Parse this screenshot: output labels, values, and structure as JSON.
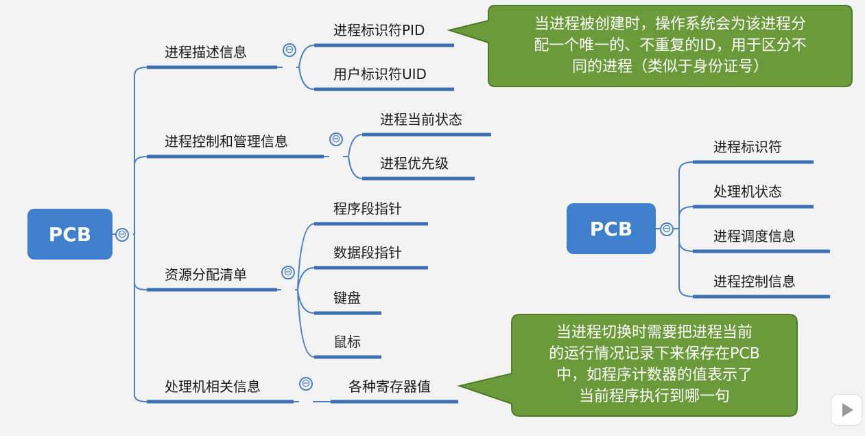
{
  "left_map": {
    "root": "PCB",
    "branches": [
      {
        "label": "进程描述信息",
        "children": [
          "进程标识符PID",
          "用户标识符UID"
        ]
      },
      {
        "label": "进程控制和管理信息",
        "children": [
          "进程当前状态",
          "进程优先级"
        ]
      },
      {
        "label": "资源分配清单",
        "children": [
          "程序段指针",
          "数据段指针",
          "键盘",
          "鼠标"
        ]
      },
      {
        "label": "处理机相关信息",
        "children": [
          "各种寄存器值"
        ]
      }
    ]
  },
  "right_map": {
    "root": "PCB",
    "children": [
      "进程标识符",
      "处理机状态",
      "进程调度信息",
      "进程控制信息"
    ]
  },
  "callouts": {
    "pid_note": [
      "当进程被创建时，操作系统会为该进程分",
      "配一个唯一的、不重复的ID，用于区分不",
      "同的进程（类似于身份证号）"
    ],
    "register_note": [
      "当进程切换时需要把进程当前",
      "的运行情况记录下来保存在PCB",
      "中，如程序计数器的值表示了",
      "当前程序执行到哪一句"
    ]
  },
  "toggle_glyph": "⊖",
  "colors": {
    "root_fill": "#3f7fcb",
    "connector": "#4a7fc1",
    "underline": "#3d6fb5",
    "callout_fill": "#6b9a3a",
    "callout_border": "#4f7a27",
    "background": "#f3f3f3"
  }
}
